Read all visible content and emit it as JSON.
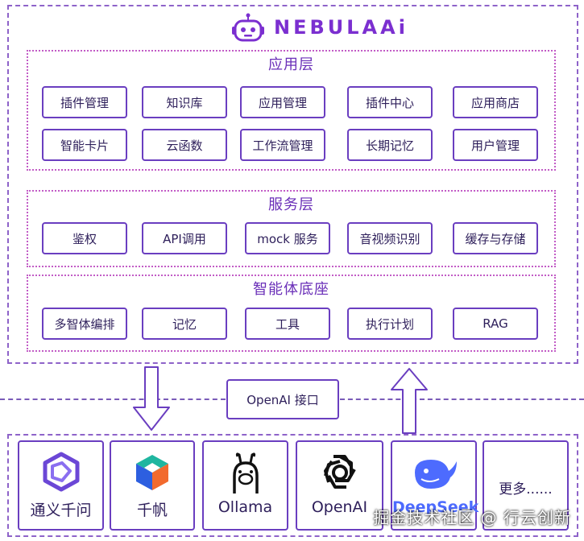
{
  "brand": {
    "name": "NEBULAAi"
  },
  "layers": {
    "app": {
      "title": "应用层",
      "row1": [
        "插件管理",
        "知识库",
        "应用管理",
        "插件中心",
        "应用商店"
      ],
      "row2": [
        "智能卡片",
        "云函数",
        "工作流管理",
        "长期记忆",
        "用户管理"
      ]
    },
    "service": {
      "title": "服务层",
      "items": [
        "鉴权",
        "API调用",
        "mock 服务",
        "音视频识别",
        "缓存与存储"
      ]
    },
    "agent": {
      "title": "智能体底座",
      "items": [
        "多智体编排",
        "记忆",
        "工具",
        "执行计划",
        "RAG"
      ]
    }
  },
  "interface": {
    "label": "OpenAI 接口"
  },
  "models": [
    "通义千问",
    "千帆",
    "Ollama",
    "OpenAI",
    "DeepSeek",
    "更多......"
  ],
  "watermark": "掘金技术社区 @ 行云创新",
  "colors": {
    "accent": "#6a3ec0",
    "brand": "#7b2fd0",
    "dotted": "#c25cc6"
  }
}
